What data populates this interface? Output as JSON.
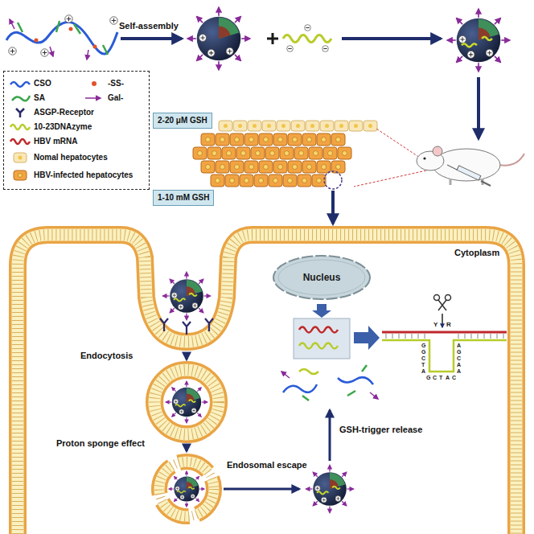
{
  "diagram": {
    "nodes": [
      {
        "text": [
          "2-20 μM GSH"
        ]
      },
      {
        "text": [
          "1-10 mM GSH"
        ]
      },
      {
        "text": [
          "Nucleus"
        ]
      }
    ],
    "labels": [
      "Self-assembly",
      "Cytoplasm",
      "Endocytosis",
      "Proton sponge effect",
      "Endosomal escape",
      "GSH-trigger release",
      "Y",
      "R",
      "G",
      "G",
      "C",
      "T",
      "A",
      "G",
      "C",
      "T",
      "A",
      "C",
      "A",
      "A",
      "C",
      "G",
      "A"
    ],
    "legend": [
      {
        "text": "CSO"
      },
      {
        "text": "-SS-"
      },
      {
        "text": "SA"
      },
      {
        "text": "Gal-"
      },
      {
        "text": "ASGP-Receptor"
      },
      {
        "text": "10-23DNAzyme"
      },
      {
        "text": "HBV mRNA"
      },
      {
        "text": "Nomal hepatocytes"
      },
      {
        "text": "HBV-infected hepatocytes"
      }
    ]
  }
}
